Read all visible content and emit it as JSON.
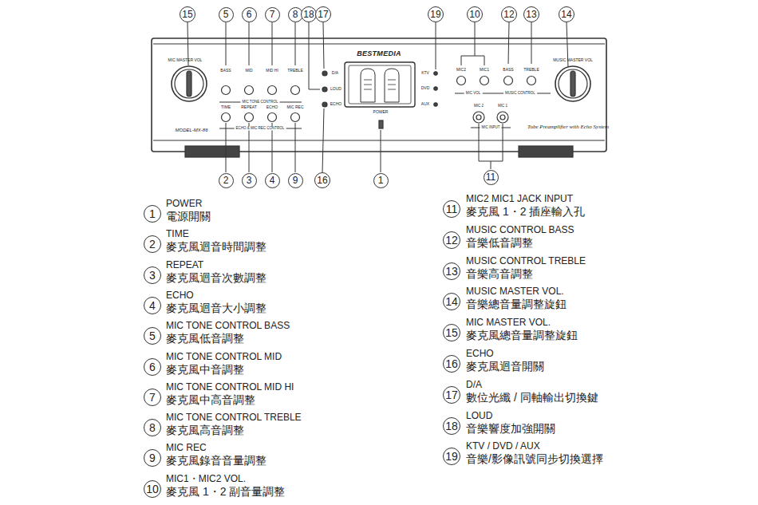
{
  "diagram": {
    "nodes": [
      {
        "text": [
          "15"
        ]
      },
      {
        "text": [
          "5"
        ]
      },
      {
        "text": [
          "6"
        ]
      },
      {
        "text": [
          "7"
        ]
      },
      {
        "text": [
          "8"
        ]
      },
      {
        "text": [
          "18"
        ]
      },
      {
        "text": [
          "17"
        ]
      },
      {
        "text": [
          "19"
        ]
      },
      {
        "text": [
          "10"
        ]
      },
      {
        "text": [
          "12"
        ]
      },
      {
        "text": [
          "13"
        ]
      },
      {
        "text": [
          "14"
        ]
      },
      {
        "text": [
          "2"
        ]
      },
      {
        "text": [
          "3"
        ]
      },
      {
        "text": [
          "4"
        ]
      },
      {
        "text": [
          "9"
        ]
      },
      {
        "text": [
          "16"
        ]
      },
      {
        "text": [
          "1"
        ]
      },
      {
        "text": [
          "11"
        ]
      },
      {
        "text": [
          "1"
        ]
      },
      {
        "text": [
          "2"
        ]
      },
      {
        "text": [
          "3"
        ]
      },
      {
        "text": [
          "4"
        ]
      },
      {
        "text": [
          "5"
        ]
      },
      {
        "text": [
          "6"
        ]
      },
      {
        "text": [
          "7"
        ]
      },
      {
        "text": [
          "8"
        ]
      },
      {
        "text": [
          "9"
        ]
      },
      {
        "text": [
          "10"
        ]
      },
      {
        "text": [
          "11"
        ]
      },
      {
        "text": [
          "12"
        ]
      },
      {
        "text": [
          "13"
        ]
      },
      {
        "text": [
          "14"
        ]
      },
      {
        "text": [
          "15"
        ]
      },
      {
        "text": [
          "16"
        ]
      },
      {
        "text": [
          "17"
        ]
      },
      {
        "text": [
          "18"
        ]
      },
      {
        "text": [
          "19"
        ]
      }
    ],
    "labels": [
      "MIC MASTER VOL",
      "BASS",
      "MID",
      "MID HI",
      "TREBLE",
      "MIC TONE CONTROL",
      "D/A",
      "LOUD",
      "ECHO",
      "BESTMEDIA",
      "KTV",
      "DVD",
      "AUX",
      "MIC2",
      "MIC1",
      "BASS",
      "TREBLE",
      "MIC VOL",
      "MUSIC CONTROL",
      "MUSIC MASTER VOL",
      "TIME",
      "REPEAT",
      "ECHO",
      "MIC REC",
      "ECHO & MIC REC CONTROL",
      "POWER",
      "MODEL-MX-86",
      "MIC 2",
      "MIC 1",
      "MIC INPUT",
      "Tube Preamplifier with Echo System",
      "POWER",
      "電源開關",
      "TIME",
      "麥克風迴音時間調整",
      "REPEAT",
      "麥克風迴音次數調整",
      "ECHO",
      "麥克風迴音大小調整",
      "MIC TONE CONTROL BASS",
      "麥克風低音調整",
      "MIC TONE CONTROL MID",
      "麥克風中音調整",
      "MIC TONE CONTROL MID HI",
      "麥克風中高音調整",
      "MIC TONE CONTROL TREBLE",
      "麥克風高音調整",
      "MIC REC",
      "麥克風錄音音量調整",
      "MIC1・MIC2 VOL.",
      "麥克風 1・2 副音量調整",
      "MIC2  MIC1  JACK INPUT",
      "麥克風 1・2 插座輸入孔",
      "MUSIC CONTROL  BASS",
      "音樂低音調整",
      "MUSIC CONTROL  TREBLE",
      "音樂高音調整",
      "MUSIC MASTER VOL.",
      "音樂總音量調整旋鈕",
      "MIC MASTER VOL.",
      "麥克風總音量調整旋鈕",
      "ECHO",
      "麥克風迴音開關",
      "D/A",
      "數位光纖 / 同軸輸出切換鍵",
      "LOUD",
      "音樂響度加強開關",
      "KTV / DVD / AUX",
      "音樂/影像訊號同步切換選擇"
    ]
  }
}
